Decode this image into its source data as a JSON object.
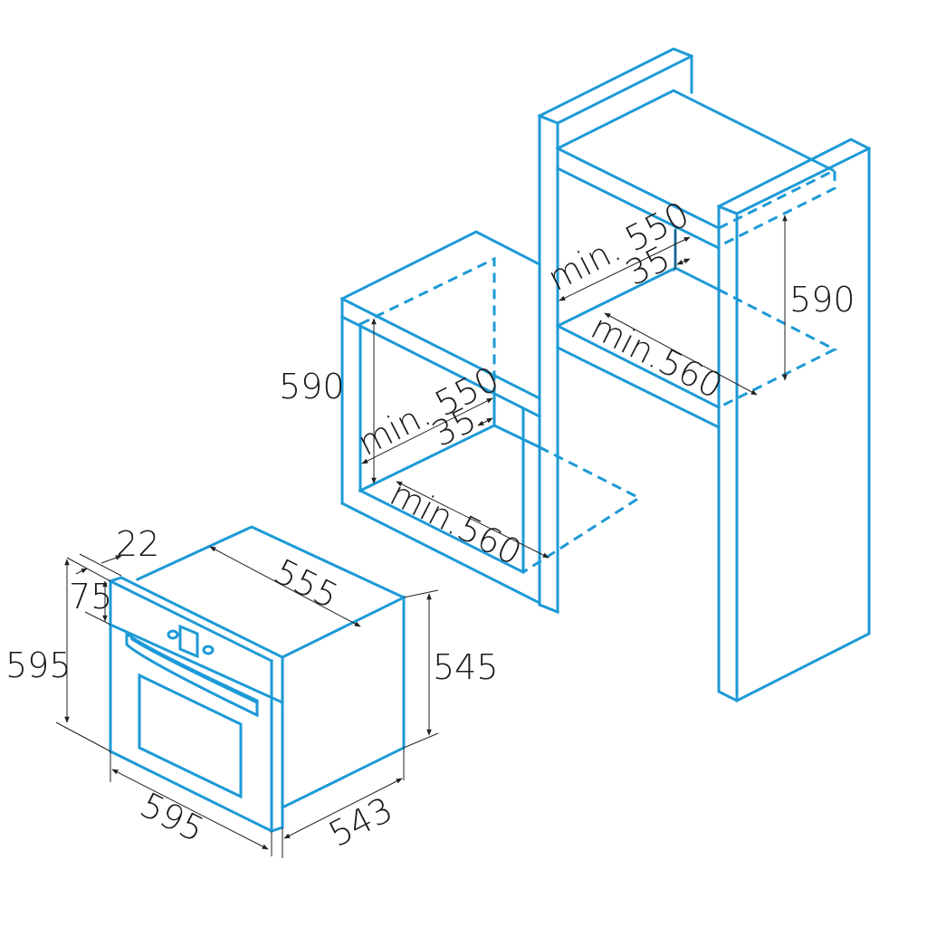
{
  "colors": {
    "line": "#1d9ad6",
    "dimension": "#222222",
    "background": "#ffffff"
  },
  "oven": {
    "depth_top": "555",
    "panel_thickness": "22",
    "control_panel_height": "75",
    "front_height": "595",
    "front_width": "595",
    "body_height": "545",
    "body_depth": "543"
  },
  "under_counter_cabinet": {
    "niche_height": "590",
    "min_depth": "min. 550",
    "back_gap": "35",
    "min_width": "min.560"
  },
  "tall_cabinet": {
    "niche_height": "590",
    "min_depth": "min. 550",
    "back_gap": "35",
    "min_width": "min.560"
  }
}
